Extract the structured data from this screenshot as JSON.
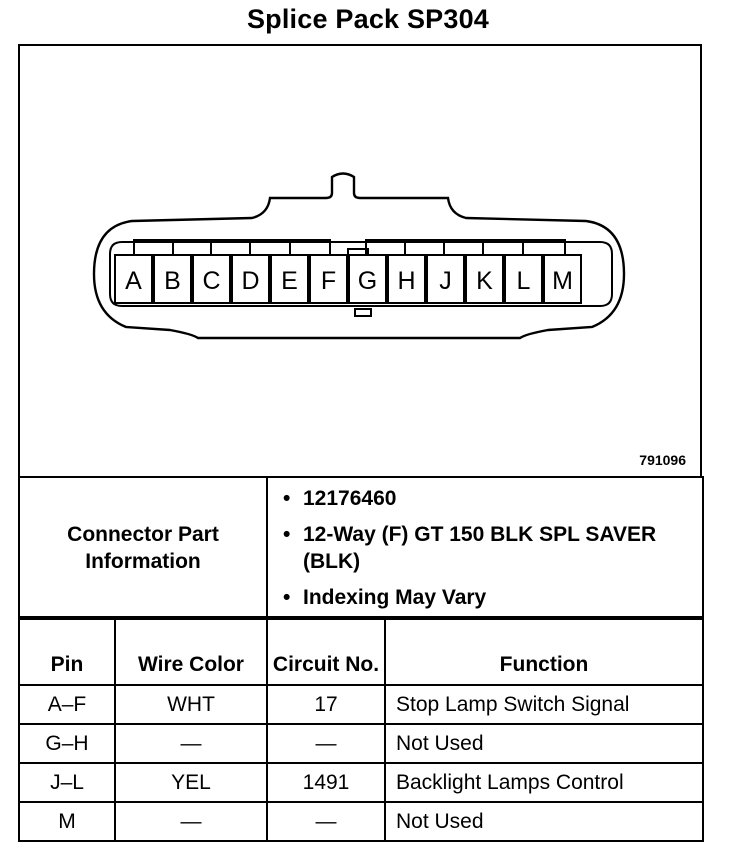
{
  "title": "Splice Pack SP304",
  "figure_number": "791096",
  "connector": {
    "pins": [
      "A",
      "B",
      "C",
      "D",
      "E",
      "F",
      "G",
      "H",
      "J",
      "K",
      "L",
      "M"
    ]
  },
  "connector_info": {
    "label": "Connector Part Information",
    "items": [
      "12176460",
      "12-Way (F) GT 150 BLK SPL SAVER (BLK)",
      "Indexing May Vary"
    ]
  },
  "pin_table": {
    "headers": {
      "pin": "Pin",
      "wire_color": "Wire Color",
      "circuit_no": "Circuit No.",
      "function": "Function"
    },
    "rows": [
      {
        "pin": "A–F",
        "wire_color": "WHT",
        "circuit_no": "17",
        "function": "Stop Lamp Switch Signal"
      },
      {
        "pin": "G–H",
        "wire_color": "—",
        "circuit_no": "—",
        "function": "Not Used"
      },
      {
        "pin": "J–L",
        "wire_color": "YEL",
        "circuit_no": "1491",
        "function": "Backlight Lamps Control"
      },
      {
        "pin": "M",
        "wire_color": "—",
        "circuit_no": "—",
        "function": "Not Used"
      }
    ]
  }
}
